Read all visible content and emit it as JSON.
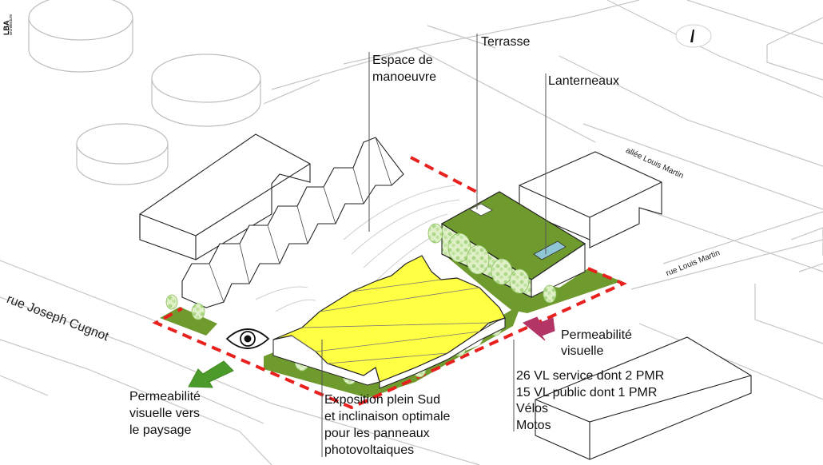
{
  "logo": {
    "mark": "LBA",
    "sub": "architecture"
  },
  "labels": {
    "terrasse": "Terrasse",
    "espace_line1": "Espace de",
    "espace_line2": "manoeuvre",
    "lanterneaux": "Lanterneaux",
    "permeabilite_line1": "Permeabilité",
    "permeabilite_line2": "visuelle",
    "parking_line1": "26 VL service dont 2 PMR",
    "parking_line2": "15 VL public dont 1 PMR",
    "parking_line3": "Vélos",
    "parking_line4": "Motos",
    "paysage_line1": "Permeabilité",
    "paysage_line2": "visuelle vers",
    "paysage_line3": "le paysage",
    "solar_line1": "Exposition plein Sud",
    "solar_line2": "et inclinaison optimale",
    "solar_line3": "pour les panneaux",
    "solar_line4": "photovoltaiques"
  },
  "streets": {
    "joseph_cugnot": "rue Joseph Cugnot",
    "allee_louis_martin": "allée Louis Martin",
    "rue_louis_martin": "rue Louis Martin"
  },
  "icons": [
    "eye-icon",
    "north-arrow-icon",
    "green-arrow-icon",
    "magenta-arrow-icon"
  ],
  "colors": {
    "site_boundary": "#e8201e",
    "green_roof": "#6f9a2e",
    "solar_roof": "#ffff44",
    "skylight": "#8fc6d6",
    "arrow_magenta": "#b33566",
    "arrow_green": "#4b9a2a"
  }
}
